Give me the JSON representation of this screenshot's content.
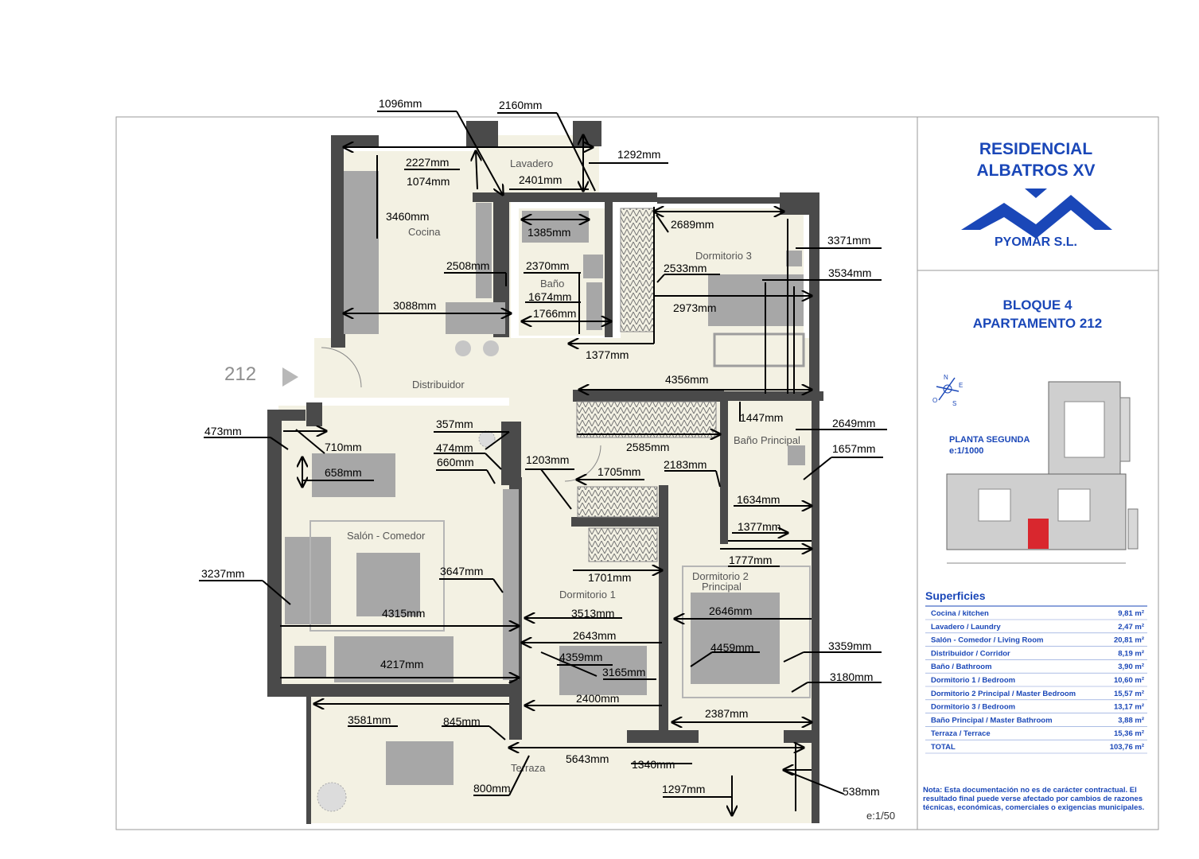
{
  "project": {
    "title_line1": "RESIDENCIAL",
    "title_line2": "ALBATROS XV",
    "developer": "PYOMAR S.L.",
    "block": "BLOQUE 4",
    "apartment": "APARTAMENTO 212",
    "unit_marker": "212",
    "plant": "PLANTA SEGUNDA",
    "plant_scale": "e:1/1000",
    "scale": "e:1/50",
    "compass": {
      "n": "N",
      "s": "S",
      "e": "E",
      "o": "O"
    }
  },
  "rooms": {
    "lavadero": "Lavadero",
    "cocina": "Cocina",
    "bano": "Baño",
    "dormitorio3": "Dormitorio 3",
    "distribuidor": "Distribuidor",
    "bano_principal": "Baño Principal",
    "salon": "Salón - Comedor",
    "dormitorio1": "Dormitorio 1",
    "dormitorio2_l1": "Dormitorio 2",
    "dormitorio2_l2": "Principal",
    "terraza": "Terraza"
  },
  "dimensions": {
    "d1096": "1096mm",
    "d2160": "2160mm",
    "d1292": "1292mm",
    "d2227": "2227mm",
    "d1074": "1074mm",
    "d2401": "2401mm",
    "d3460": "3460mm",
    "d1385": "1385mm",
    "d2689": "2689mm",
    "d3371": "3371mm",
    "d2508": "2508mm",
    "d2370": "2370mm",
    "d2533": "2533mm",
    "d3534": "3534mm",
    "d1674": "1674mm",
    "d3088": "3088mm",
    "d1766": "1766mm",
    "d2973": "2973mm",
    "d1377a": "1377mm",
    "d4356": "4356mm",
    "d1447": "1447mm",
    "d2649": "2649mm",
    "d357": "357mm",
    "d473": "473mm",
    "d710": "710mm",
    "d474": "474mm",
    "d2585": "2585mm",
    "d1657": "1657mm",
    "d660": "660mm",
    "d1203": "1203mm",
    "d658": "658mm",
    "d2183": "2183mm",
    "d1705": "1705mm",
    "d1634": "1634mm",
    "d1377b": "1377mm",
    "d1777": "1777mm",
    "d3647": "3647mm",
    "d1701": "1701mm",
    "d3237": "3237mm",
    "d4315": "4315mm",
    "d3513": "3513mm",
    "d2646": "2646mm",
    "d2643": "2643mm",
    "d4359": "4359mm",
    "d4459": "4459mm",
    "d3359": "3359mm",
    "d4217": "4217mm",
    "d3165": "3165mm",
    "d3180": "3180mm",
    "d2400": "2400mm",
    "d3581": "3581mm",
    "d845": "845mm",
    "d2387": "2387mm",
    "d5643": "5643mm",
    "d1340": "1340mm",
    "d800": "800mm",
    "d1297": "1297mm",
    "d538": "538mm"
  },
  "superficies": {
    "title": "Superficies",
    "rows": [
      {
        "label": "Cocina / kitchen",
        "value": "9,81 m²"
      },
      {
        "label": "Lavadero / Laundry",
        "value": "2,47 m²"
      },
      {
        "label": "Salón - Comedor / Living Room",
        "value": "20,81 m²"
      },
      {
        "label": "Distribuidor / Corridor",
        "value": "8,19 m²"
      },
      {
        "label": "Baño / Bathroom",
        "value": "3,90 m²"
      },
      {
        "label": "Dormitorio 1 / Bedroom",
        "value": "10,60 m²"
      },
      {
        "label": "Dormitorio 2 Principal / Master Bedroom",
        "value": "15,57 m²"
      },
      {
        "label": "Dormitorio 3 / Bedroom",
        "value": "13,17 m²"
      },
      {
        "label": "Baño Principal / Master Bathroom",
        "value": "3,88 m²"
      },
      {
        "label": "Terraza / Terrace",
        "value": "15,36 m²"
      },
      {
        "label": "TOTAL",
        "value": "103,76 m²"
      }
    ]
  },
  "note": {
    "line1": "Nota: Esta documentación no es de carácter contractual. El",
    "line2": "resultado final puede verse afectado por cambios de razones",
    "line3": "técnicas, económicas, comerciales o exigencias municipales."
  },
  "colors": {
    "brand_blue": "#1a47b8",
    "floor": "#f3f1e3",
    "wall": "#4a4a4a",
    "furniture": "#a7a7a7",
    "highlight_red": "#d9272e"
  }
}
